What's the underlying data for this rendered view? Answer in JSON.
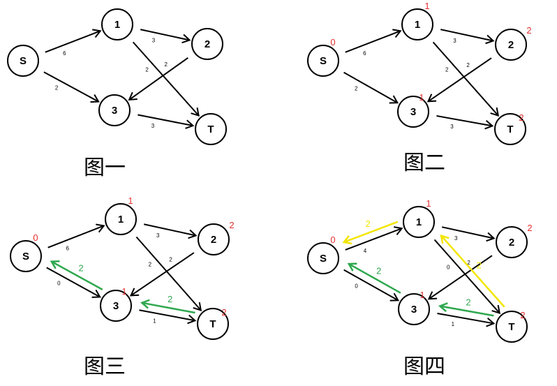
{
  "colors": {
    "black": "#000000",
    "green": "#2fa84f",
    "yellow": "#f2e600",
    "red": "#e53030"
  },
  "panels": [
    {
      "caption": "图一",
      "nodes": [
        {
          "id": "S",
          "label": "S",
          "level": ""
        },
        {
          "id": "1",
          "label": "1",
          "level": ""
        },
        {
          "id": "2",
          "label": "2",
          "level": ""
        },
        {
          "id": "3",
          "label": "3",
          "level": ""
        },
        {
          "id": "T",
          "label": "T",
          "level": ""
        }
      ],
      "edges": [
        {
          "from": "S",
          "to": "1",
          "cap": "6"
        },
        {
          "from": "S",
          "to": "3",
          "cap": "2"
        },
        {
          "from": "1",
          "to": "2",
          "cap": "3"
        },
        {
          "from": "1",
          "to": "T",
          "cap": "2"
        },
        {
          "from": "2",
          "to": "3",
          "cap": "2"
        },
        {
          "from": "3",
          "to": "T",
          "cap": "3"
        }
      ],
      "flows": []
    },
    {
      "caption": "图二",
      "nodes": [
        {
          "id": "S",
          "label": "S",
          "level": "0"
        },
        {
          "id": "1",
          "label": "1",
          "level": "1"
        },
        {
          "id": "2",
          "label": "2",
          "level": "2"
        },
        {
          "id": "3",
          "label": "3",
          "level": "1"
        },
        {
          "id": "T",
          "label": "T",
          "level": "2"
        }
      ],
      "edges": [
        {
          "from": "S",
          "to": "1",
          "cap": "6"
        },
        {
          "from": "S",
          "to": "3",
          "cap": "2"
        },
        {
          "from": "1",
          "to": "2",
          "cap": "3"
        },
        {
          "from": "1",
          "to": "T",
          "cap": "2"
        },
        {
          "from": "2",
          "to": "3",
          "cap": "2"
        },
        {
          "from": "3",
          "to": "T",
          "cap": "3"
        }
      ],
      "flows": []
    },
    {
      "caption": "图三",
      "nodes": [
        {
          "id": "S",
          "label": "S",
          "level": "0"
        },
        {
          "id": "1",
          "label": "1",
          "level": "1"
        },
        {
          "id": "2",
          "label": "2",
          "level": "2"
        },
        {
          "id": "3",
          "label": "3",
          "level": "1"
        },
        {
          "id": "T",
          "label": "T",
          "level": "2"
        }
      ],
      "edges": [
        {
          "from": "S",
          "to": "1",
          "cap": "6"
        },
        {
          "from": "S",
          "to": "3",
          "cap": "0"
        },
        {
          "from": "1",
          "to": "2",
          "cap": "3"
        },
        {
          "from": "1",
          "to": "T",
          "cap": "2"
        },
        {
          "from": "2",
          "to": "3",
          "cap": "2"
        },
        {
          "from": "3",
          "to": "T",
          "cap": "1"
        }
      ],
      "flows": [
        {
          "kind": "green",
          "pair": "S-3",
          "label": "2"
        },
        {
          "kind": "green",
          "pair": "3-T",
          "label": "2"
        }
      ]
    },
    {
      "caption": "图四",
      "nodes": [
        {
          "id": "S",
          "label": "S",
          "level": "0"
        },
        {
          "id": "1",
          "label": "1",
          "level": "1"
        },
        {
          "id": "2",
          "label": "2",
          "level": "2"
        },
        {
          "id": "3",
          "label": "3",
          "level": "1"
        },
        {
          "id": "T",
          "label": "T",
          "level": "2"
        }
      ],
      "edges": [
        {
          "from": "S",
          "to": "1",
          "cap": "4"
        },
        {
          "from": "S",
          "to": "3",
          "cap": "0"
        },
        {
          "from": "1",
          "to": "2",
          "cap": "3"
        },
        {
          "from": "1",
          "to": "T",
          "cap": "0"
        },
        {
          "from": "2",
          "to": "3",
          "cap": "2"
        },
        {
          "from": "3",
          "to": "T",
          "cap": "1"
        }
      ],
      "flows": [
        {
          "kind": "green",
          "pair": "S-3",
          "label": "2"
        },
        {
          "kind": "green",
          "pair": "3-T",
          "label": "2"
        },
        {
          "kind": "yellow",
          "pair": "S-1",
          "label": "2"
        },
        {
          "kind": "yellow",
          "pair": "1-T",
          "label": "2"
        }
      ]
    }
  ]
}
